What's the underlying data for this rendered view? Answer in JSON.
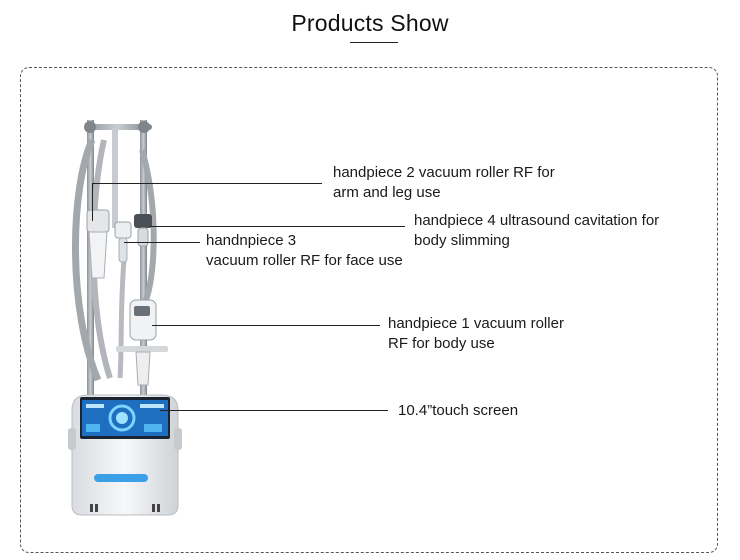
{
  "title": "Products Show",
  "labels": {
    "handpiece2": {
      "line1": "handpiece 2 vacuum roller RF for",
      "line2": "arm and leg use"
    },
    "handpiece4": {
      "line1": "handpiece 4 ultrasound cavitation for",
      "line2": "body slimming"
    },
    "handpiece3": {
      "line1": "handnpiece 3",
      "line2": "vacuum roller RF for face use"
    },
    "handpiece1": {
      "line1": "handpiece 1 vacuum roller",
      "line2": "RF for body use"
    },
    "screen": {
      "line1": "10.4”touch screen"
    }
  },
  "colors": {
    "accent_blue": "#3aa0e8",
    "screen_blue": "#1e6fbf",
    "device_body": "#eef0f2",
    "cable_gray": "#9aa0a6"
  }
}
